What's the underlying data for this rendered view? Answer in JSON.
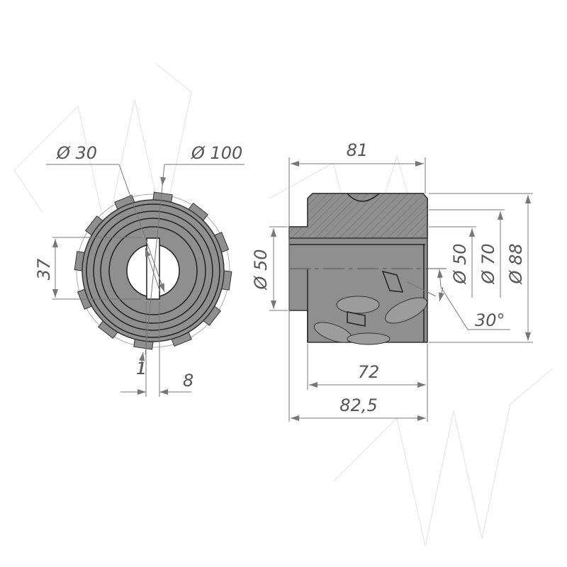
{
  "front_view": {
    "bore_diameter": "Ø 30",
    "outer_diameter": "Ø 100",
    "key_height": "37",
    "tooth_offset": "1",
    "key_width": "8"
  },
  "side_view": {
    "overall_length": "81",
    "hub_diameter": "Ø 50",
    "inner_diameter": "Ø 50",
    "mid_diameter": "Ø 70",
    "body_diameter": "Ø 88",
    "angle": "30°",
    "cutting_length": "72",
    "total_length": "82,5"
  },
  "colors": {
    "body": "#8f8f8f",
    "dimension": "#777777"
  }
}
